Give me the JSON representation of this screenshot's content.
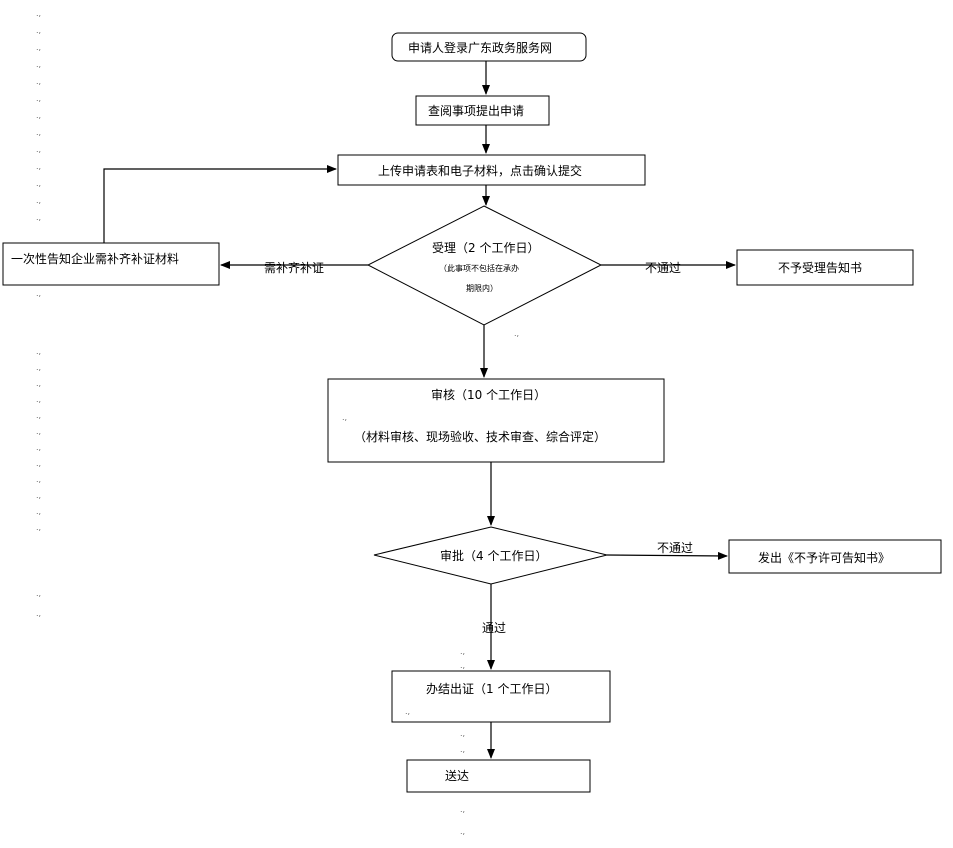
{
  "flow": {
    "login": "申请人登录广东政务服务网",
    "query": "查阅事项提出申请",
    "upload": "上传申请表和电子材料，点击确认提交",
    "accept_title": "受理（2 个工作日）",
    "accept_note_1": "（此事项不包括在承办",
    "accept_note_2": "期限内）",
    "notify": "一次性告知企业需补齐补证材料",
    "supplement": "需补齐补证",
    "not_pass": "不通过",
    "reject_accept": "不予受理告知书",
    "review_title": "审核（10 个工作日）",
    "review_detail": "（材料审核、现场验收、技术审查、综合评定）",
    "approve": "审批（4 个工作日）",
    "not_pass_2": "不通过",
    "reject_permit": "发出《不予许可告知书》",
    "pass": "通过",
    "issue": "办结出证（1 个工作日）",
    "deliver": "送达"
  }
}
